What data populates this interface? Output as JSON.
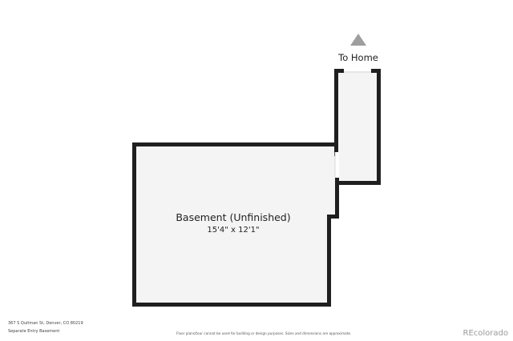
{
  "plan": {
    "direction_label": "To Home",
    "room": {
      "name": "Basement (Unfinished)",
      "dimensions": "15'4\" x 12'1\""
    }
  },
  "footer": {
    "address": "367 S Quitman St, Denver, CO 80219",
    "plan_name": "Separate Entry Basement",
    "disclaimer": "Floor plans/tour cannot be used for building or design purposes. Sizes and dimensions are approximate.",
    "watermark": "REcolorado"
  },
  "colors": {
    "wall": "#1f1f1f",
    "floor": "#f4f4f4",
    "arrow": "#9e9e9e",
    "background": "#ffffff"
  }
}
